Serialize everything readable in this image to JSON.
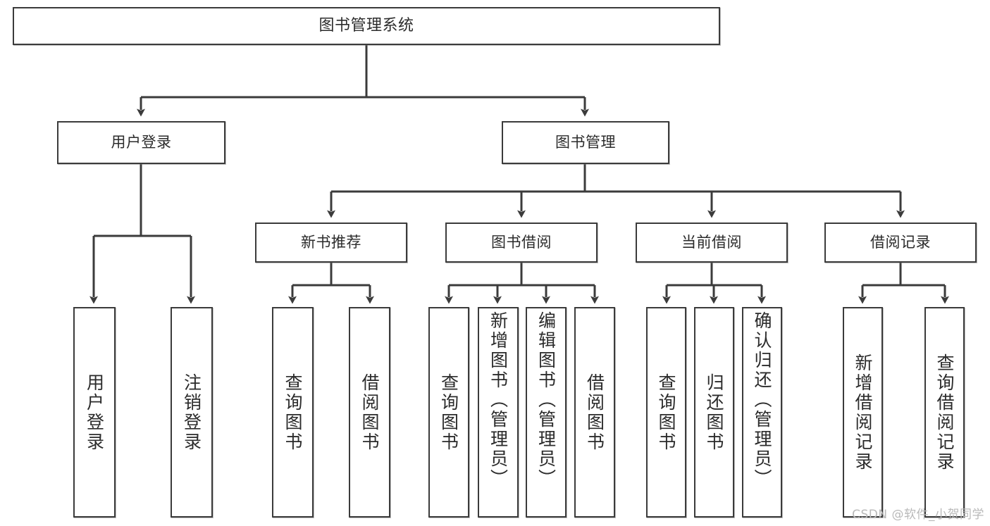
{
  "diagram": {
    "title": "图书管理系统",
    "type": "tree",
    "watermark": "CSDN @软件_小贺同学",
    "colors": {
      "box_border": "#3b3b3b",
      "box_fill": "#ffffff",
      "edge": "#3b3b3b",
      "text": "#2b2b2b",
      "watermark": "#b9b9b9",
      "background": "#ffffff"
    },
    "root": {
      "label": "图书管理系统"
    },
    "level1": [
      {
        "id": "user-login",
        "label": "用户登录"
      },
      {
        "id": "book-manage",
        "label": "图书管理"
      }
    ],
    "level2": [
      {
        "id": "new-book-recommend",
        "label": "新书推荐",
        "parent": "book-manage"
      },
      {
        "id": "book-borrow",
        "label": "图书借阅",
        "parent": "book-manage"
      },
      {
        "id": "current-borrow",
        "label": "当前借阅",
        "parent": "book-manage"
      },
      {
        "id": "borrow-record",
        "label": "借阅记录",
        "parent": "book-manage"
      }
    ],
    "leaves": [
      {
        "id": "leaf-user-login",
        "label": "用户登录",
        "parent": "user-login"
      },
      {
        "id": "leaf-user-logout",
        "label": "注销登录",
        "parent": "user-login"
      },
      {
        "id": "leaf-query-book-1",
        "label": "查询图书",
        "parent": "new-book-recommend"
      },
      {
        "id": "leaf-borrow-book-1",
        "label": "借阅图书",
        "parent": "new-book-recommend"
      },
      {
        "id": "leaf-query-book-2",
        "label": "查询图书",
        "parent": "book-borrow"
      },
      {
        "id": "leaf-add-book",
        "label": "新增图书（管理员）",
        "parent": "book-borrow"
      },
      {
        "id": "leaf-edit-book",
        "label": "编辑图书（管理员）",
        "parent": "book-borrow"
      },
      {
        "id": "leaf-borrow-book-2",
        "label": "借阅图书",
        "parent": "book-borrow"
      },
      {
        "id": "leaf-query-book-3",
        "label": "查询图书",
        "parent": "current-borrow"
      },
      {
        "id": "leaf-return-book",
        "label": "归还图书",
        "parent": "current-borrow"
      },
      {
        "id": "leaf-confirm-return",
        "label": "确认归还（管理员）",
        "parent": "current-borrow"
      },
      {
        "id": "leaf-add-record",
        "label": "新增借阅记录",
        "parent": "borrow-record"
      },
      {
        "id": "leaf-query-record",
        "label": "查询借阅记录",
        "parent": "borrow-record"
      }
    ]
  }
}
